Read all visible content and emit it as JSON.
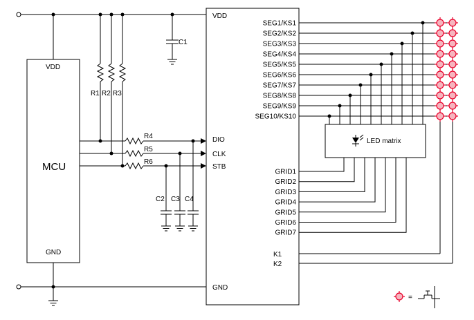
{
  "mcu": {
    "name": "MCU",
    "vdd": "VDD",
    "gnd": "GND"
  },
  "ic": {
    "vdd": "VDD",
    "gnd": "GND",
    "dio": "DIO",
    "clk": "CLK",
    "stb": "STB",
    "seg_pins": [
      "SEG1/KS1",
      "SEG2/KS2",
      "SEG3/KS3",
      "SEG4/KS4",
      "SEG5/KS5",
      "SEG6/KS6",
      "SEG7/KS7",
      "SEG8/KS8",
      "SEG9/KS9",
      "SEG10/KS10"
    ],
    "grid_pins": [
      "GRID1",
      "GRID2",
      "GRID3",
      "GRID4",
      "GRID5",
      "GRID6",
      "GRID7"
    ],
    "key_pins": [
      "K1",
      "K2"
    ]
  },
  "components": {
    "r1": "R1",
    "r2": "R2",
    "r3": "R3",
    "r4": "R4",
    "r5": "R5",
    "r6": "R6",
    "c1": "C1",
    "c2": "C2",
    "c3": "C3",
    "c4": "C4"
  },
  "led_matrix": {
    "label": "LED matrix"
  },
  "legend": {
    "equals": "="
  }
}
